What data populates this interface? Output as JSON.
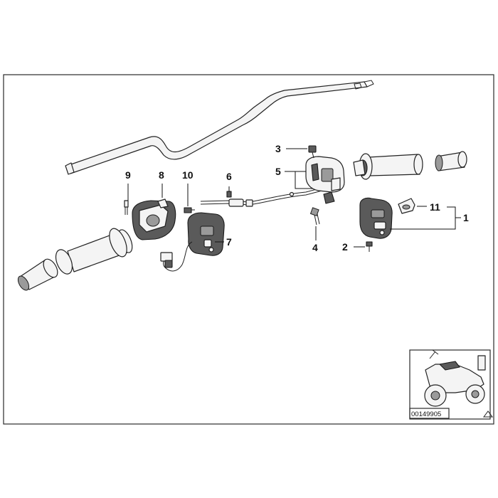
{
  "diagram": {
    "callouts": [
      {
        "id": "1",
        "label": "1"
      },
      {
        "id": "2",
        "label": "2"
      },
      {
        "id": "3",
        "label": "3"
      },
      {
        "id": "4",
        "label": "4"
      },
      {
        "id": "5",
        "label": "5"
      },
      {
        "id": "6",
        "label": "6"
      },
      {
        "id": "7",
        "label": "7"
      },
      {
        "id": "8",
        "label": "8"
      },
      {
        "id": "9",
        "label": "9"
      },
      {
        "id": "10",
        "label": "10"
      },
      {
        "id": "11",
        "label": "11"
      }
    ],
    "reference_code": "00149905",
    "warning_symbol": "warning-triangle-icon"
  }
}
